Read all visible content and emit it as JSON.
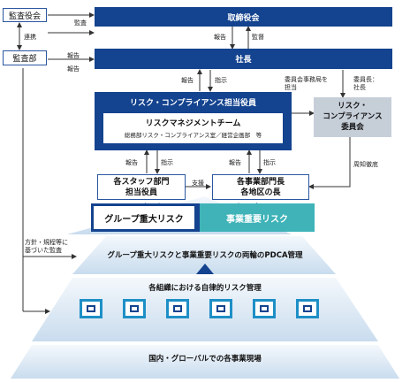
{
  "boxes": {
    "audit_committee": "監査役会",
    "audit_dept": "監査部",
    "board": "取締役会",
    "president": "社長",
    "risk_officer": "リスク・コンプライアンス担当役員",
    "rm_team_title": "リスクマネジメントチーム",
    "rm_team_sub": "総務部リスク・コンプライアンス室／経営企画部　等",
    "risk_committee_l1": "リスク・",
    "risk_committee_l2": "コンプライアンス",
    "risk_committee_l3": "委員会",
    "staff_l1": "各スタッフ部門",
    "staff_l2": "担当役員",
    "dept_l1": "各事業部門長",
    "dept_l2": "各地区の長"
  },
  "labels": {
    "kansa": "監査",
    "renkei": "連携",
    "houkoku": "報告",
    "kantoku": "監督",
    "shiji": "指示",
    "shien": "支援",
    "secretariat_l1": "委員会事務局を",
    "secretariat_l2": "担当",
    "chair_l1": "委員長：",
    "chair_l2": "社長",
    "notice": "周知徹底",
    "policy_l1": "方針・規程等に",
    "policy_l2": "基づいた監査"
  },
  "pyramid": {
    "group_risk": "グループ重大リスク",
    "business_risk": "事業重要リスク",
    "pdca": "グループ重大リスクと事業重要リスクの両輪のPDCA管理",
    "autonomous": "各組織における自律的リスク管理",
    "sites": "国内・グローバルでの各事業現場"
  },
  "colors": {
    "navy": "#14438f",
    "teal": "#3fb3b8",
    "gray_box": "#c6ced8",
    "pyramid_light": "#e6f0f8"
  }
}
